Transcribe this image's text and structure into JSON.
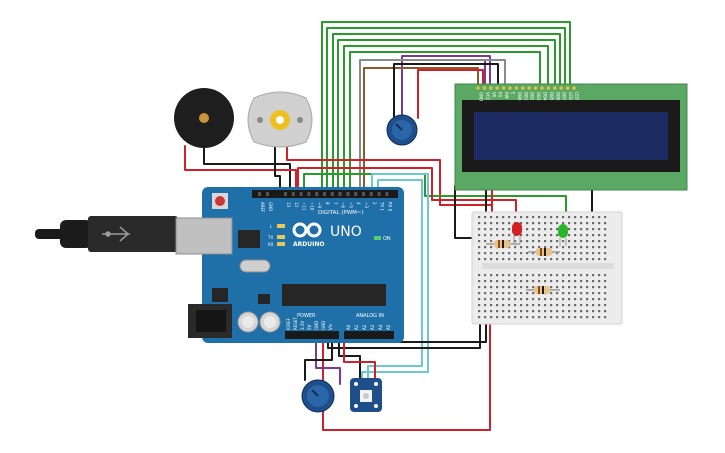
{
  "canvas": {
    "background": "#ffffff"
  },
  "arduino": {
    "brand": "ARDUINO",
    "model": "UNO",
    "on_label": "ON",
    "digital_label": "DIGITAL (PWM~)",
    "power_label": "POWER",
    "analog_label": "ANALOG IN",
    "led_l_label": "L",
    "led_tx_label": "TX",
    "led_rx_label": "RX",
    "aref_label": "AREF",
    "gnd_label": "GND",
    "digital_pins": [
      "13",
      "12",
      "~11",
      "~10",
      "~9",
      "8",
      "7",
      "~6",
      "~5",
      "4",
      "~3",
      "2",
      "TX 1",
      "RX 0"
    ],
    "power_pins": [
      "IOREF",
      "RESET",
      "3.3V",
      "5V",
      "GND",
      "GND",
      "Vin"
    ],
    "analog_pins": [
      "A0",
      "A1",
      "A2",
      "A3",
      "A4",
      "A5"
    ],
    "board_color": "#1f6fa8"
  },
  "lcd": {
    "pins": [
      "GND",
      "VCC",
      "V0",
      "RS",
      "RW",
      "E",
      "DB0",
      "DB1",
      "DB2",
      "DB3",
      "DB4",
      "DB5",
      "DB6",
      "DB7",
      "LED",
      "LED"
    ],
    "bezel_color": "#5aa864",
    "screen_color": "#1d2b63"
  },
  "components": {
    "buzzer": "piezo-buzzer",
    "motor": "dc-motor",
    "pot_top": "potentiometer",
    "pot_bottom": "potentiometer",
    "sensor": "photoresistor-module",
    "led_red": "red-led",
    "led_green": "green-led",
    "breadboard": "mini-breadboard"
  },
  "colors": {
    "wire_red": "#d0202a",
    "wire_black": "#1a1a1a",
    "wire_green": "#2a9b2a",
    "wire_purple": "#7a3a9c",
    "wire_brown": "#8a5a2a",
    "wire_gray": "#8a8a8a",
    "wire_cyan": "#6cc9d0"
  }
}
